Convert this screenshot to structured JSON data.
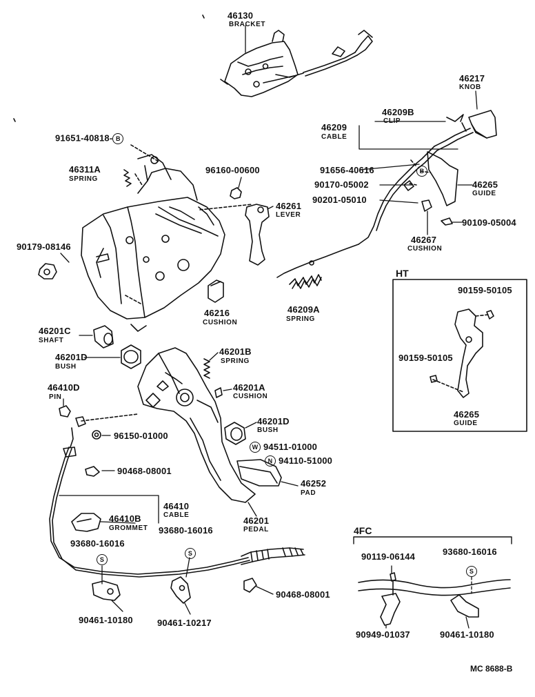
{
  "parts": {
    "p46130": {
      "num": "46130",
      "desc": "BRACKET"
    },
    "p46217": {
      "num": "46217",
      "desc": "KNOB"
    },
    "p46209B": {
      "num": "46209B",
      "desc": "CLIP"
    },
    "p46209": {
      "num": "46209",
      "desc": "CABLE"
    },
    "p91651": {
      "num": "91651-40818-",
      "marker": "B"
    },
    "p46311A": {
      "num": "46311A",
      "desc": "SPRING"
    },
    "p96160": {
      "num": "96160-00600"
    },
    "p91656": {
      "num": "91656-40616",
      "marker": "B"
    },
    "p90170": {
      "num": "90170-05002"
    },
    "p46265": {
      "num": "46265",
      "desc": "GUIDE"
    },
    "p90201": {
      "num": "90201-05010"
    },
    "p46261": {
      "num": "46261",
      "desc": "LEVER"
    },
    "p90109": {
      "num": "90109-05004"
    },
    "p90179": {
      "num": "90179-08146"
    },
    "p46267": {
      "num": "46267",
      "desc": "CUSHION"
    },
    "p46216": {
      "num": "46216",
      "desc": "CUSHION"
    },
    "p46209A": {
      "num": "46209A",
      "desc": "SPRING"
    },
    "p46201C": {
      "num": "46201C",
      "desc": "SHAFT"
    },
    "p46201D_a": {
      "num": "46201D",
      "desc": "BUSH"
    },
    "p46201B": {
      "num": "46201B",
      "desc": "SPRING"
    },
    "p46410D": {
      "num": "46410D",
      "desc": "PIN"
    },
    "p46201A": {
      "num": "46201A",
      "desc": "CUSHION"
    },
    "p46201D_b": {
      "num": "46201D",
      "desc": "BUSH"
    },
    "p96150": {
      "num": "96150-01000"
    },
    "p94511": {
      "num": "94511-01000",
      "marker": "W"
    },
    "p94110": {
      "num": "94110-51000",
      "marker": "N"
    },
    "p90468_a": {
      "num": "90468-08001"
    },
    "p46252": {
      "num": "46252",
      "desc": "PAD"
    },
    "p46410": {
      "num": "46410",
      "desc": "CABLE"
    },
    "p46410B": {
      "num": "46410B",
      "desc": "GROMMET"
    },
    "p46201": {
      "num": "46201",
      "desc": "PEDAL"
    },
    "p93680_a": {
      "num": "93680-16016",
      "marker": "S"
    },
    "p93680_b": {
      "num": "93680-16016",
      "marker": "S"
    },
    "p90468_b": {
      "num": "90468-08001"
    },
    "p90461_a": {
      "num": "90461-10180"
    },
    "p90461_b": {
      "num": "90461-10217"
    }
  },
  "ht": {
    "label": "HT",
    "p90159_a": {
      "num": "90159-50105"
    },
    "p90159_b": {
      "num": "90159-50105"
    },
    "p46265": {
      "num": "46265",
      "desc": "GUIDE"
    }
  },
  "fc4": {
    "label": "4FC",
    "p90119": {
      "num": "90119-06144"
    },
    "p93680": {
      "num": "93680-16016",
      "marker": "S"
    },
    "p90949": {
      "num": "90949-01037"
    },
    "p90461": {
      "num": "90461-10180"
    }
  },
  "reference": "MC  8688-B"
}
